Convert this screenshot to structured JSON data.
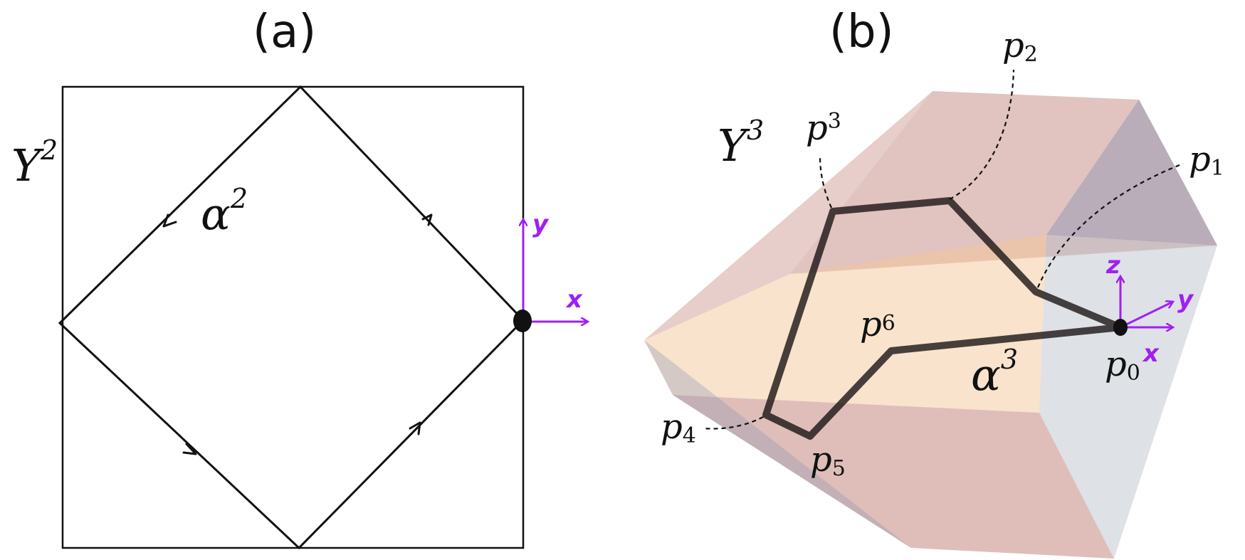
{
  "panel_a": {
    "label": "(a)",
    "space_label": "Y",
    "space_sup": "2",
    "curve_label": "α",
    "curve_sup": "2",
    "axes": {
      "x": "x",
      "y": "y"
    }
  },
  "panel_b": {
    "label": "(b)",
    "space_label": "Y",
    "space_sup": "3",
    "curve_label": "α",
    "curve_sup": "3",
    "axes": {
      "x": "x",
      "y": "y",
      "z": "z"
    },
    "points": [
      {
        "name": "p",
        "sub": "0"
      },
      {
        "name": "p",
        "sub": "1"
      },
      {
        "name": "p",
        "sub": "2"
      },
      {
        "name": "p",
        "sub": "3"
      },
      {
        "name": "p",
        "sub": "4"
      },
      {
        "name": "p",
        "sub": "5"
      },
      {
        "name": "p",
        "sub": "6"
      }
    ]
  },
  "colors": {
    "ink": "#111111",
    "axes": "#a020f0",
    "face_pink": "#c9928a",
    "face_peach": "#f4c79a",
    "face_blue": "#8f97b4",
    "face_grey": "#b6bcc8"
  }
}
